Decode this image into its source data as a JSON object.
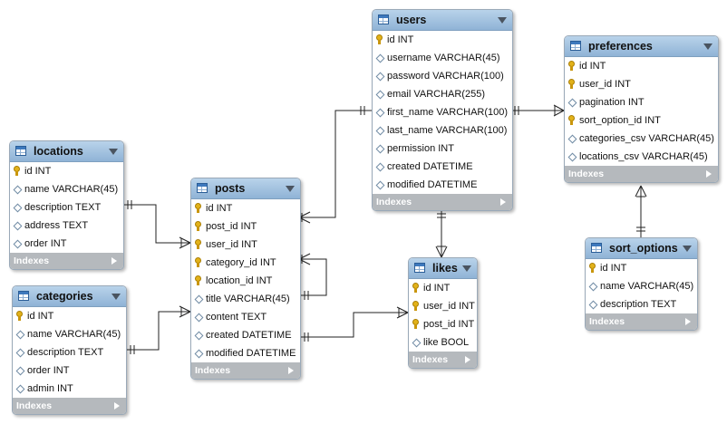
{
  "diagram": {
    "tables": [
      {
        "name": "users",
        "indexes_label": "Indexes",
        "columns": [
          {
            "key": "pk",
            "text": "id INT"
          },
          {
            "key": "col",
            "text": "username VARCHAR(45)"
          },
          {
            "key": "col",
            "text": "password VARCHAR(100)"
          },
          {
            "key": "col",
            "text": "email VARCHAR(255)"
          },
          {
            "key": "col",
            "text": "first_name VARCHAR(100)"
          },
          {
            "key": "col",
            "text": "last_name VARCHAR(100)"
          },
          {
            "key": "col",
            "text": "permission INT"
          },
          {
            "key": "col",
            "text": "created DATETIME"
          },
          {
            "key": "col",
            "text": "modified DATETIME"
          }
        ]
      },
      {
        "name": "preferences",
        "indexes_label": "Indexes",
        "columns": [
          {
            "key": "pk",
            "text": "id INT"
          },
          {
            "key": "fk",
            "text": "user_id INT"
          },
          {
            "key": "col",
            "text": "pagination INT"
          },
          {
            "key": "fk",
            "text": "sort_option_id INT"
          },
          {
            "key": "col",
            "text": "categories_csv VARCHAR(45)"
          },
          {
            "key": "col",
            "text": "locations_csv VARCHAR(45)"
          }
        ]
      },
      {
        "name": "locations",
        "indexes_label": "Indexes",
        "columns": [
          {
            "key": "pk",
            "text": "id INT"
          },
          {
            "key": "col",
            "text": "name VARCHAR(45)"
          },
          {
            "key": "col",
            "text": "description TEXT"
          },
          {
            "key": "col",
            "text": "address TEXT"
          },
          {
            "key": "col",
            "text": "order INT"
          }
        ]
      },
      {
        "name": "posts",
        "indexes_label": "Indexes",
        "columns": [
          {
            "key": "pk",
            "text": "id INT"
          },
          {
            "key": "fk",
            "text": "post_id INT"
          },
          {
            "key": "fk",
            "text": "user_id INT"
          },
          {
            "key": "fk",
            "text": "category_id INT"
          },
          {
            "key": "fk",
            "text": "location_id INT"
          },
          {
            "key": "col",
            "text": "title VARCHAR(45)"
          },
          {
            "key": "col",
            "text": "content TEXT"
          },
          {
            "key": "col",
            "text": "created DATETIME"
          },
          {
            "key": "col",
            "text": "modified DATETIME"
          }
        ]
      },
      {
        "name": "categories",
        "indexes_label": "Indexes",
        "columns": [
          {
            "key": "pk",
            "text": "id INT"
          },
          {
            "key": "col",
            "text": "name VARCHAR(45)"
          },
          {
            "key": "col",
            "text": "description TEXT"
          },
          {
            "key": "col",
            "text": "order INT"
          },
          {
            "key": "col",
            "text": "admin INT"
          }
        ]
      },
      {
        "name": "likes",
        "indexes_label": "Indexes",
        "columns": [
          {
            "key": "pk",
            "text": "id INT"
          },
          {
            "key": "fk",
            "text": "user_id INT"
          },
          {
            "key": "fk",
            "text": "post_id INT"
          },
          {
            "key": "col",
            "text": "like BOOL"
          }
        ]
      },
      {
        "name": "sort_options",
        "indexes_label": "Indexes",
        "columns": [
          {
            "key": "pk",
            "text": "id INT"
          },
          {
            "key": "col",
            "text": "name VARCHAR(45)"
          },
          {
            "key": "col",
            "text": "description TEXT"
          }
        ]
      }
    ],
    "relationships": [
      {
        "from": "posts",
        "to": "users"
      },
      {
        "from": "preferences",
        "to": "users"
      },
      {
        "from": "likes",
        "to": "users"
      },
      {
        "from": "posts",
        "to": "locations"
      },
      {
        "from": "posts",
        "to": "categories"
      },
      {
        "from": "posts",
        "to": "posts"
      },
      {
        "from": "likes",
        "to": "posts"
      },
      {
        "from": "preferences",
        "to": "sort_options"
      }
    ],
    "colors": {
      "header_top": "#b9d3ea",
      "header_bottom": "#8fb3d6",
      "indexes_bar": "#b5b9bd",
      "key_gold": "#e2b21a",
      "connector": "#222222"
    }
  }
}
